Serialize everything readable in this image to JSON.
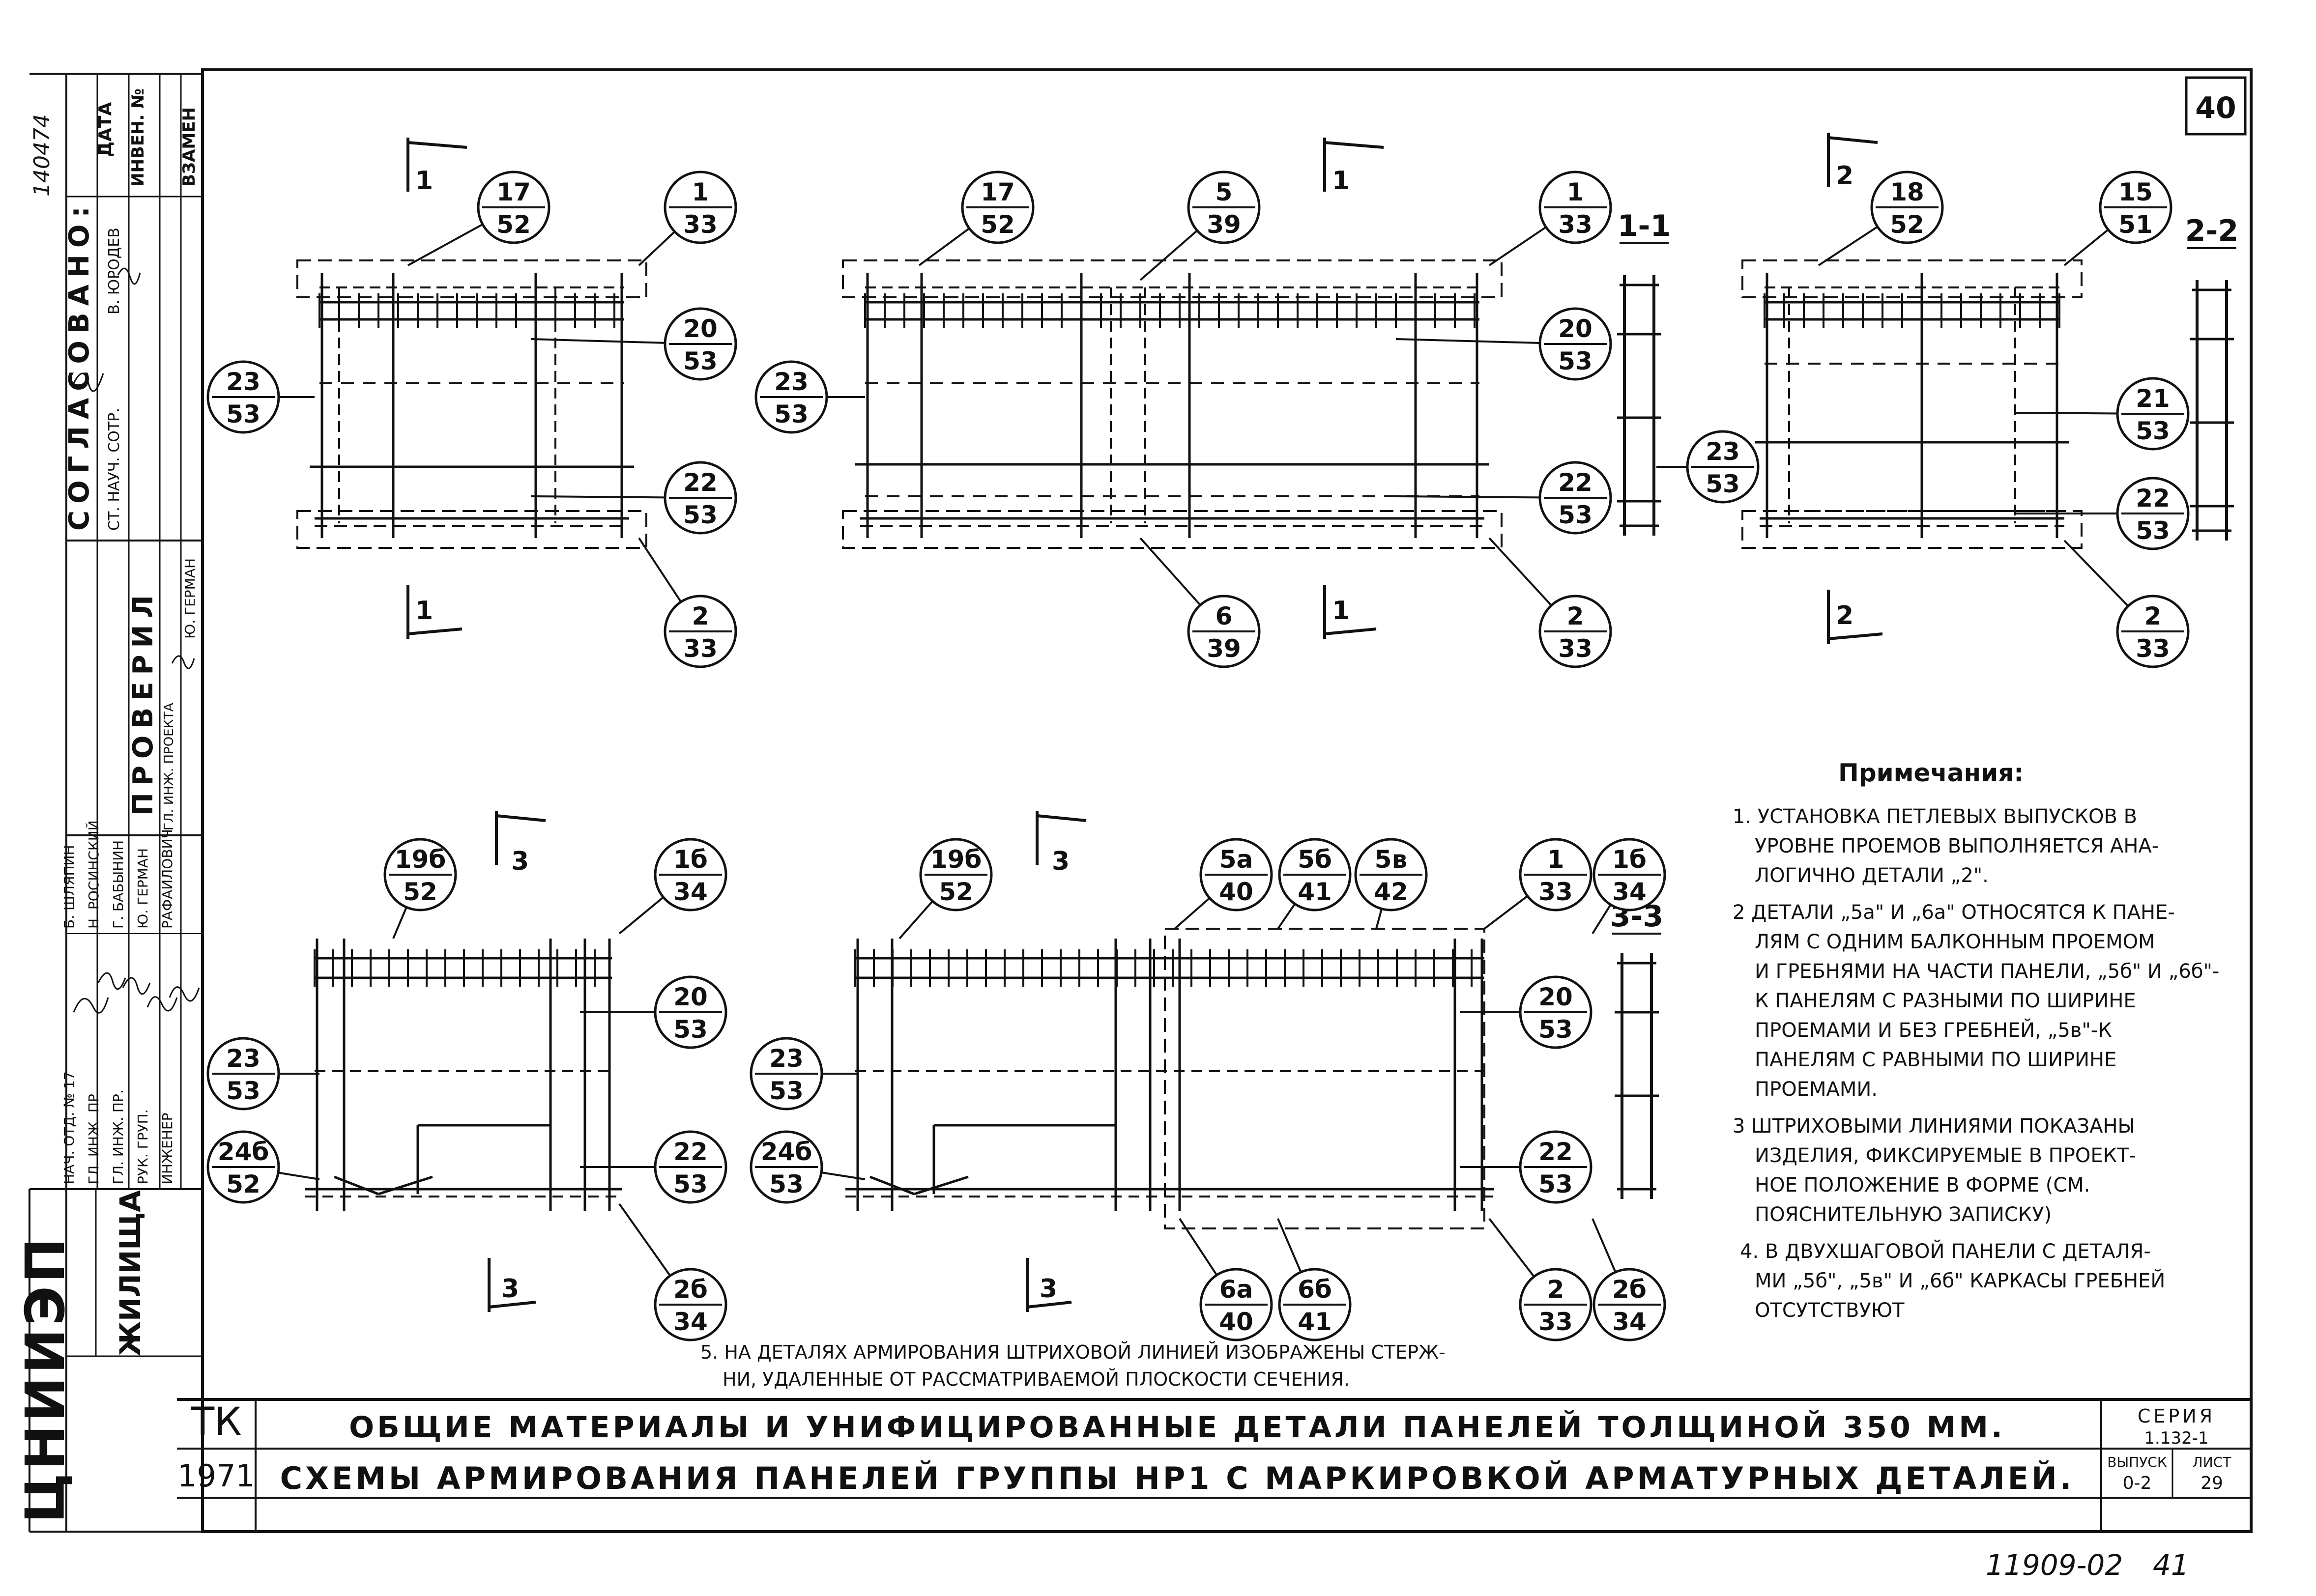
{
  "sheet": {
    "sheet_number": "40",
    "archive_number": "11909-02",
    "page_number": "41",
    "side_stamp": "140474"
  },
  "stamp": {
    "agreed_header": "СОГЛАСОВАНО:",
    "checked_header": "ПРОВЕРИЛ",
    "date_header": "ДАТА",
    "inv_header": "ИНВЕН. №",
    "replace_header": "ВЗАМЕН",
    "agreed_role": "СТ. НАУЧ. СОТР.",
    "agreed_name": "В. ЮРОДЕВ",
    "checked_role": "ГЛ. ИНЖ. ПРОЕКТА",
    "checked_name": "Ю. ГЕРМАН",
    "roles": [
      "НАЧ. ОТД. № 17",
      "ГЛ. ИНЖ. ПР.",
      "ГЛ. ИНЖ. ПР.",
      "РУК. ГРУП.",
      "ИНЖЕНЕР"
    ],
    "names": [
      "Б. ШЛЯПИН",
      "Н. РОСИНСКИЙ",
      "Г. БАБЫНИН",
      "Ю. ГЕРМАН",
      "РАФАИЛОВИЧ"
    ],
    "org": "ЖИЛИЩА",
    "org_logo": "ЦНИИЭП"
  },
  "title_block": {
    "code": "ТК",
    "year": "1971",
    "line1": "ОБЩИЕ МАТЕРИАЛЫ И УНИФИЦИРОВАННЫЕ ДЕТАЛИ ПАНЕЛЕЙ ТОЛЩИНОЙ 350 ММ.",
    "line2": "СХЕМЫ АРМИРОВАНИЯ ПАНЕЛЕЙ ГРУППЫ НР1 С МАРКИРОВКОЙ АРМАТУРНЫХ ДЕТАЛЕЙ.",
    "series_label": "СЕРИЯ",
    "series_value": "1.132-1",
    "issue_label": "ВЫПУСК",
    "issue_value": "0-2",
    "sheet_label": "ЛИСТ",
    "sheet_value": "29"
  },
  "sections": [
    "1-1",
    "2-2",
    "3-3"
  ],
  "cuts": [
    "1",
    "2",
    "3"
  ],
  "callouts": {
    "p1": [
      {
        "top": "17",
        "bottom": "52"
      },
      {
        "top": "1",
        "bottom": "33"
      },
      {
        "top": "20",
        "bottom": "53"
      },
      {
        "top": "23",
        "bottom": "53"
      },
      {
        "top": "22",
        "bottom": "53"
      },
      {
        "top": "2",
        "bottom": "33"
      }
    ],
    "p2": [
      {
        "top": "17",
        "bottom": "52"
      },
      {
        "top": "5",
        "bottom": "39"
      },
      {
        "top": "1",
        "bottom": "33"
      },
      {
        "top": "20",
        "bottom": "53"
      },
      {
        "top": "23",
        "bottom": "53"
      },
      {
        "top": "22",
        "bottom": "53"
      },
      {
        "top": "6",
        "bottom": "39"
      },
      {
        "top": "2",
        "bottom": "33"
      }
    ],
    "s11": [
      {
        "top": "23",
        "bottom": "53"
      }
    ],
    "p3": [
      {
        "top": "18",
        "bottom": "52"
      },
      {
        "top": "15",
        "bottom": "51"
      },
      {
        "top": "21",
        "bottom": "53"
      },
      {
        "top": "22",
        "bottom": "53"
      },
      {
        "top": "2",
        "bottom": "33"
      }
    ],
    "p4": [
      {
        "top": "19б",
        "bottom": "52"
      },
      {
        "top": "1б",
        "bottom": "34"
      },
      {
        "top": "20",
        "bottom": "53"
      },
      {
        "top": "23",
        "bottom": "53"
      },
      {
        "top": "22",
        "bottom": "53"
      },
      {
        "top": "24б",
        "bottom": "52"
      },
      {
        "top": "2б",
        "bottom": "34"
      }
    ],
    "p5": [
      {
        "top": "19б",
        "bottom": "52"
      },
      {
        "top": "5а",
        "bottom": "40"
      },
      {
        "top": "5б",
        "bottom": "41"
      },
      {
        "top": "5в",
        "bottom": "42"
      },
      {
        "top": "1",
        "bottom": "33"
      },
      {
        "top": "1б",
        "bottom": "34"
      },
      {
        "top": "20",
        "bottom": "53"
      },
      {
        "top": "23",
        "bottom": "53"
      },
      {
        "top": "22",
        "bottom": "53"
      },
      {
        "top": "24б",
        "bottom": "53"
      },
      {
        "top": "6а",
        "bottom": "40"
      },
      {
        "top": "6б",
        "bottom": "41"
      },
      {
        "top": "2",
        "bottom": "33"
      },
      {
        "top": "2б",
        "bottom": "34"
      }
    ]
  },
  "notes": {
    "title": "Примечания:",
    "lines": [
      "1. УСТАНОВКА ПЕТЛЕВЫХ ВЫПУСКОВ В",
      "УРОВНЕ ПРОЕМОВ ВЫПОЛНЯЕТСЯ АНА-",
      "ЛОГИЧНО ДЕТАЛИ „2\".",
      "2 ДЕТАЛИ „5а\" И „6а\" ОТНОСЯТСЯ К ПАНЕ-",
      "ЛЯМ С ОДНИМ БАЛКОННЫМ ПРОЕМОМ",
      "И ГРЕБНЯМИ НА ЧАСТИ ПАНЕЛИ, „5б\" И „6б\"-",
      "К ПАНЕЛЯМ С РАЗНЫМИ ПО ШИРИНЕ",
      "ПРОЕМАМИ И БЕЗ ГРЕБНЕЙ, „5в\"-К",
      "ПАНЕЛЯМ С РАВНЫМИ ПО ШИРИНЕ",
      "ПРОЕМАМИ.",
      "3 ШТРИХОВЫМИ ЛИНИЯМИ ПОКАЗАНЫ",
      "ИЗДЕЛИЯ, ФИКСИРУЕМЫЕ В ПРОЕКТ-",
      "НОЕ ПОЛОЖЕНИЕ В ФОРМЕ (СМ.",
      "ПОЯСНИТЕЛЬНУЮ ЗАПИСКУ)",
      "4. В ДВУХШАГОВОЙ ПАНЕЛИ С ДЕТАЛЯ-",
      "МИ „5б\", „5в\" И „6б\" КАРКАСЫ ГРЕБНЕЙ",
      "ОТСУТСТВУЮТ"
    ],
    "note5_line1": "5. НА ДЕТАЛЯХ АРМИРОВАНИЯ ШТРИХОВОЙ ЛИНИЕЙ ИЗОБРАЖЕНЫ СТЕРЖ-",
    "note5_line2": "НИ, УДАЛЕННЫЕ ОТ РАССМАТРИВАЕМОЙ ПЛОСКОСТИ СЕЧЕНИЯ."
  }
}
